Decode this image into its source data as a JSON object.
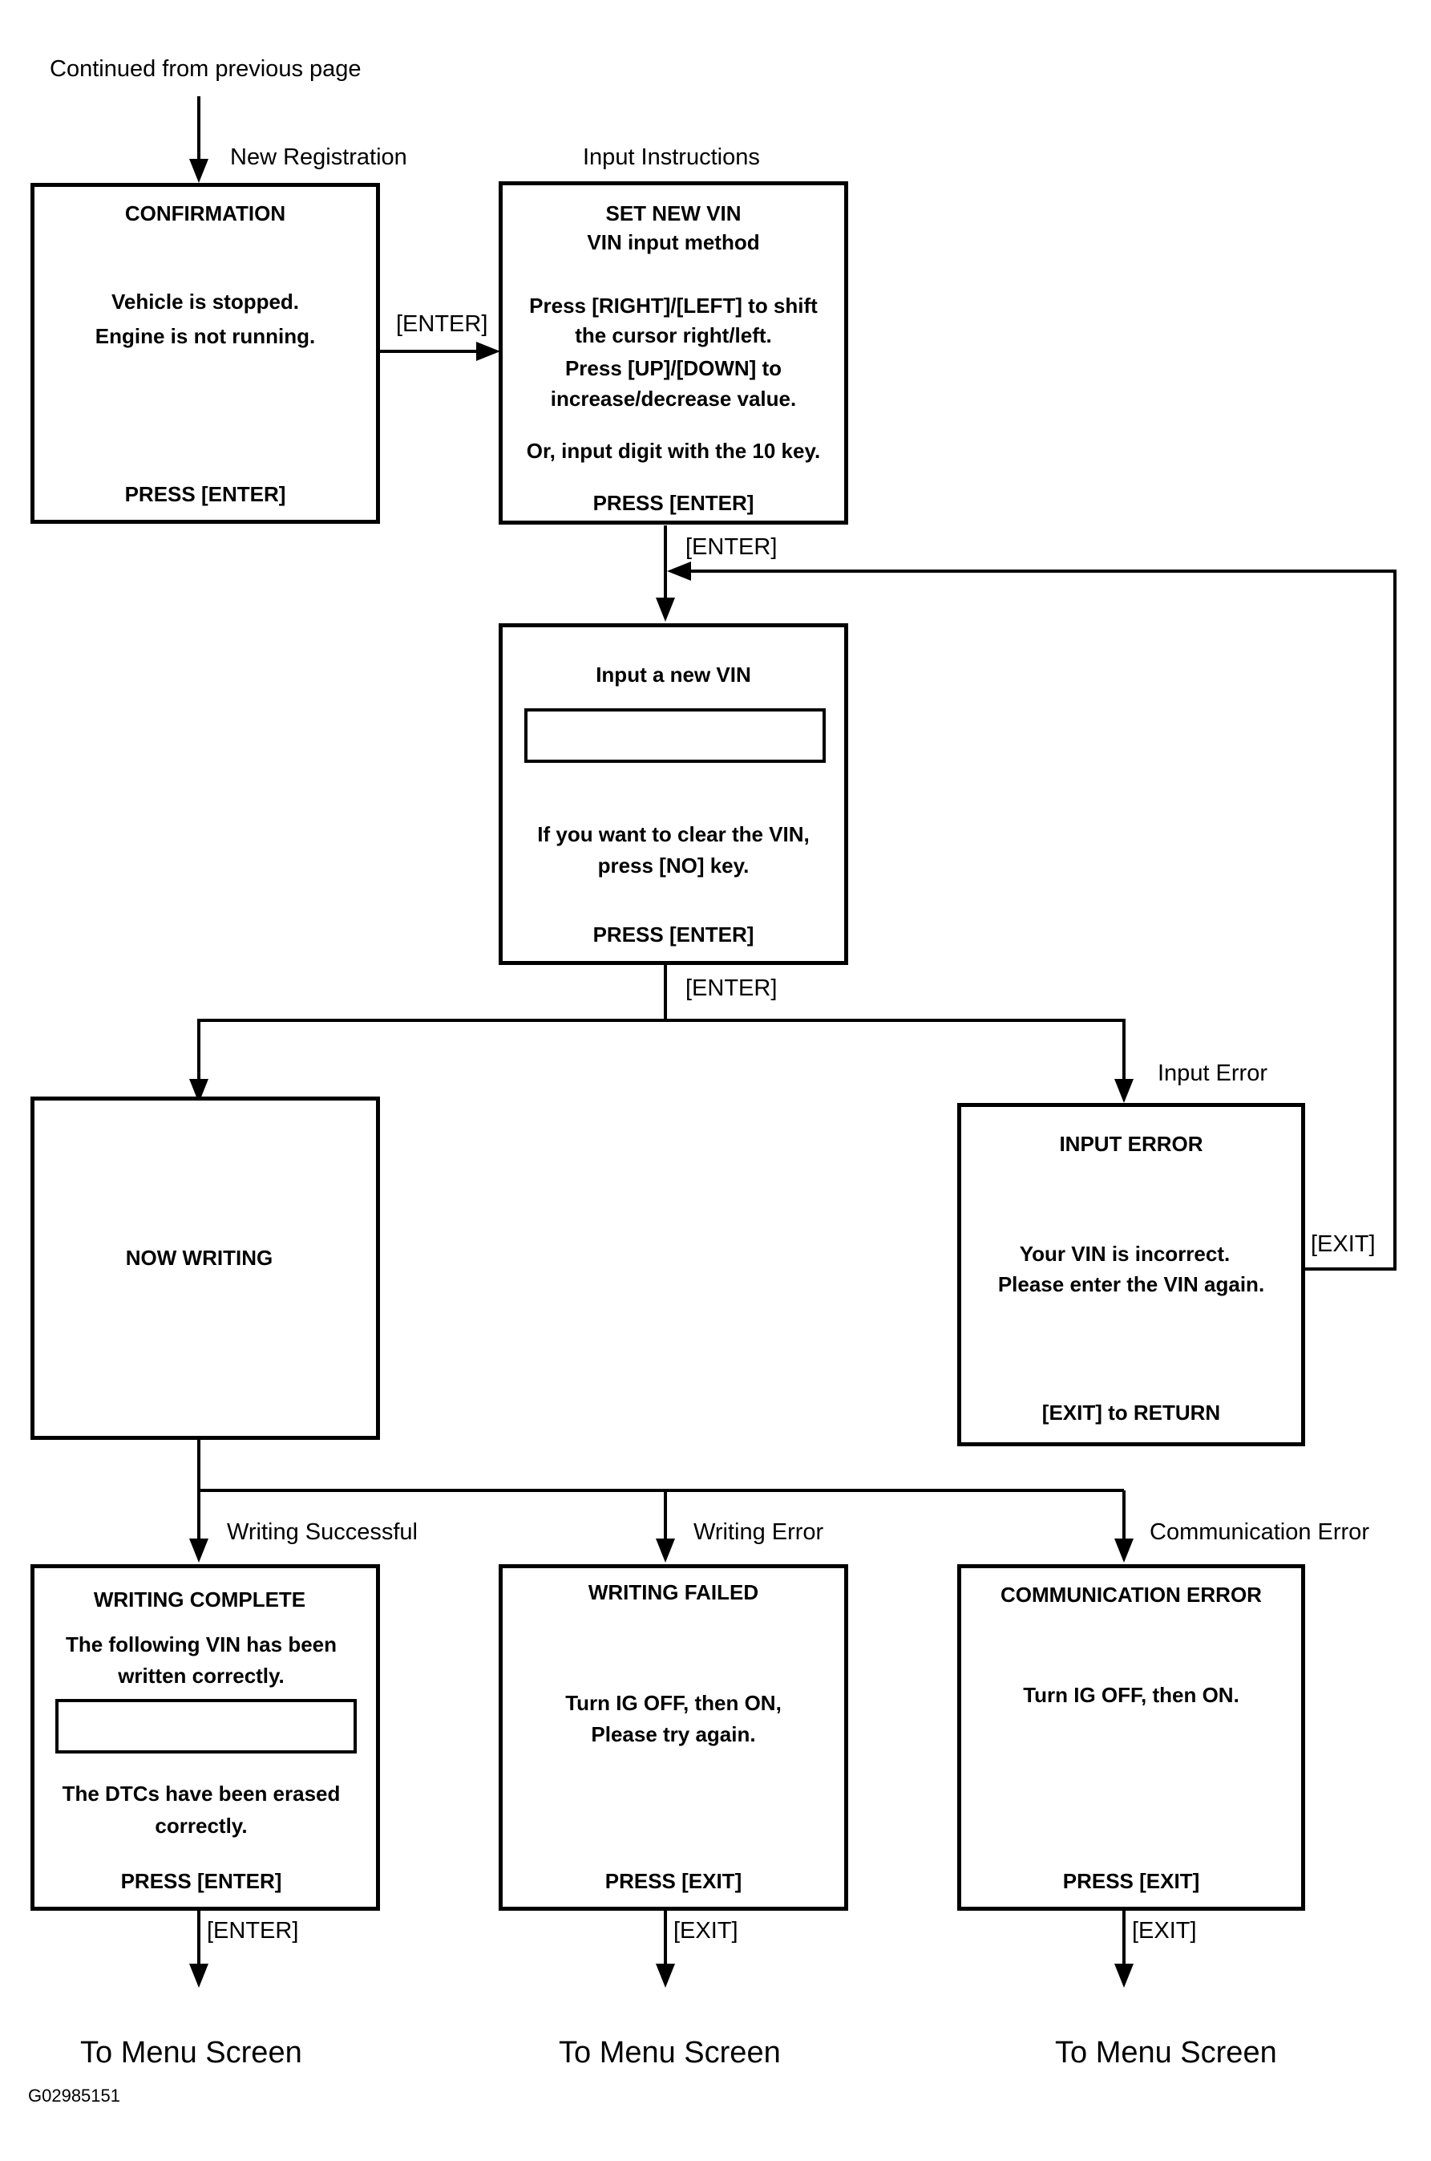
{
  "header": {
    "continued": "Continued from previous page"
  },
  "edges": {
    "new_registration": "New Registration",
    "input_instructions": "Input Instructions",
    "enter_1": "[ENTER]",
    "enter_2": "[ENTER]",
    "enter_3": "[ENTER]",
    "input_error": "Input Error",
    "exit_loop": "[EXIT]",
    "writing_successful": "Writing Successful",
    "writing_error": "Writing Error",
    "communication_error": "Communication Error",
    "enter_out": "[ENTER]",
    "exit_out_1": "[EXIT]",
    "exit_out_2": "[EXIT]"
  },
  "boxes": {
    "confirmation": {
      "title": "CONFIRMATION",
      "line1": "Vehicle is stopped.",
      "line2": "Engine is not running.",
      "footer": "PRESS [ENTER]"
    },
    "set_new_vin": {
      "title": "SET NEW VIN",
      "subtitle": "VIN input method",
      "line1": "Press [RIGHT]/[LEFT] to shift",
      "line2": "the cursor right/left.",
      "line3": "Press [UP]/[DOWN] to",
      "line4": "increase/decrease value.",
      "line5": "Or, input digit with the 10 key.",
      "footer": "PRESS [ENTER]"
    },
    "input_vin": {
      "title": "Input a new VIN",
      "line1": "If you want to clear the VIN,",
      "line2": "press [NO] key.",
      "footer": "PRESS [ENTER]"
    },
    "now_writing": {
      "title": "NOW WRITING"
    },
    "input_error": {
      "title": "INPUT ERROR",
      "line1": "Your VIN is incorrect.",
      "line2": "Please enter the VIN again.",
      "footer": "[EXIT] to RETURN"
    },
    "writing_complete": {
      "title": "WRITING COMPLETE",
      "line1": "The following VIN has been",
      "line2": "written correctly.",
      "line3": "The DTCs have been erased",
      "line4": "correctly.",
      "footer": "PRESS [ENTER]"
    },
    "writing_failed": {
      "title": "WRITING FAILED",
      "line1": "Turn IG OFF, then ON,",
      "line2": "Please try again.",
      "footer": "PRESS [EXIT]"
    },
    "communication_error": {
      "title": "COMMUNICATION ERROR",
      "line1": "Turn IG OFF, then ON.",
      "footer": "PRESS [EXIT]"
    }
  },
  "destinations": [
    "To Menu Screen",
    "To Menu Screen",
    "To Menu Screen"
  ],
  "figure_id": "G02985151"
}
